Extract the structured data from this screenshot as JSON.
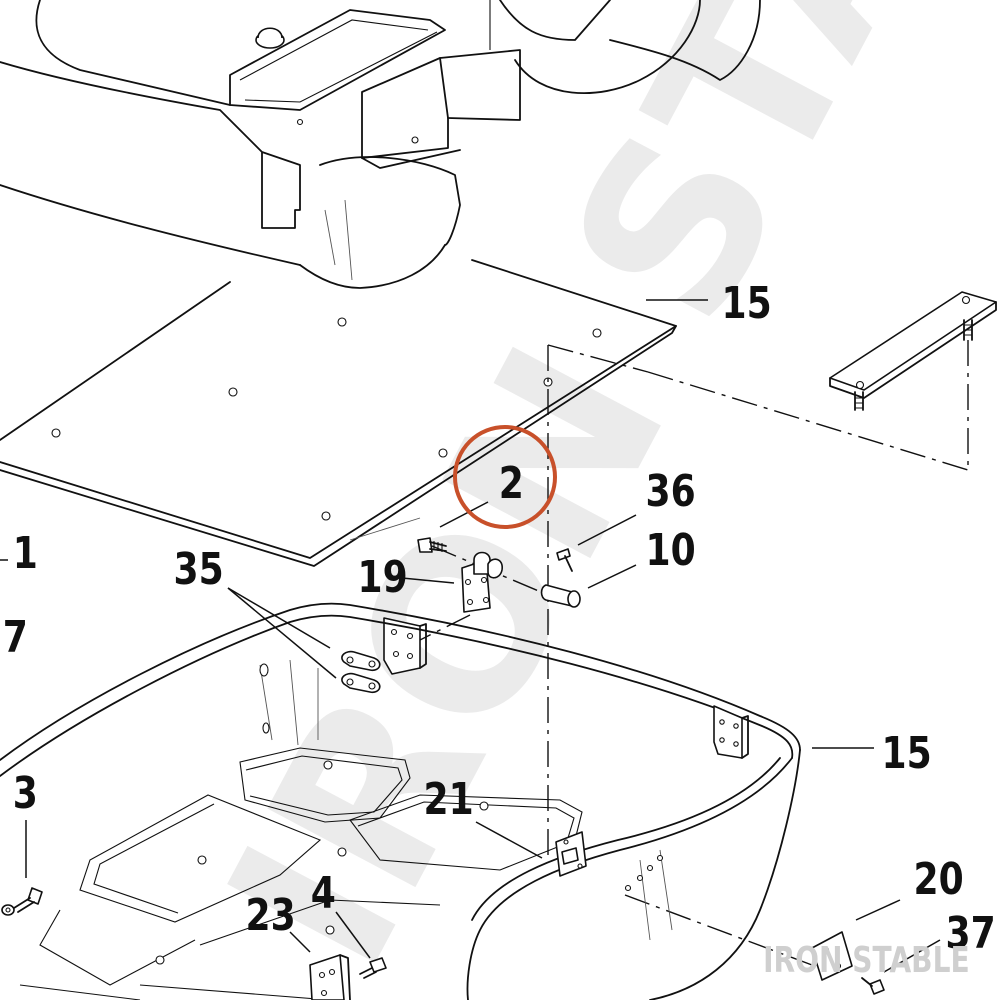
{
  "diagram": {
    "watermark": "IRON STABLE",
    "brand": "IRON STABLE",
    "highlight_color": "#c8502a",
    "highlighted_callout": "2",
    "callouts": [
      {
        "id": "c15a",
        "label": "15"
      },
      {
        "id": "c2",
        "label": "2"
      },
      {
        "id": "c36",
        "label": "36"
      },
      {
        "id": "c10",
        "label": "10"
      },
      {
        "id": "c19",
        "label": "19"
      },
      {
        "id": "c35",
        "label": "35"
      },
      {
        "id": "c1",
        "label": "1"
      },
      {
        "id": "c7",
        "label": "7"
      },
      {
        "id": "c15b",
        "label": "15"
      },
      {
        "id": "c3",
        "label": "3"
      },
      {
        "id": "c21",
        "label": "21"
      },
      {
        "id": "c20",
        "label": "20"
      },
      {
        "id": "c4",
        "label": "4"
      },
      {
        "id": "c23",
        "label": "23"
      },
      {
        "id": "c37",
        "label": "37"
      }
    ]
  }
}
